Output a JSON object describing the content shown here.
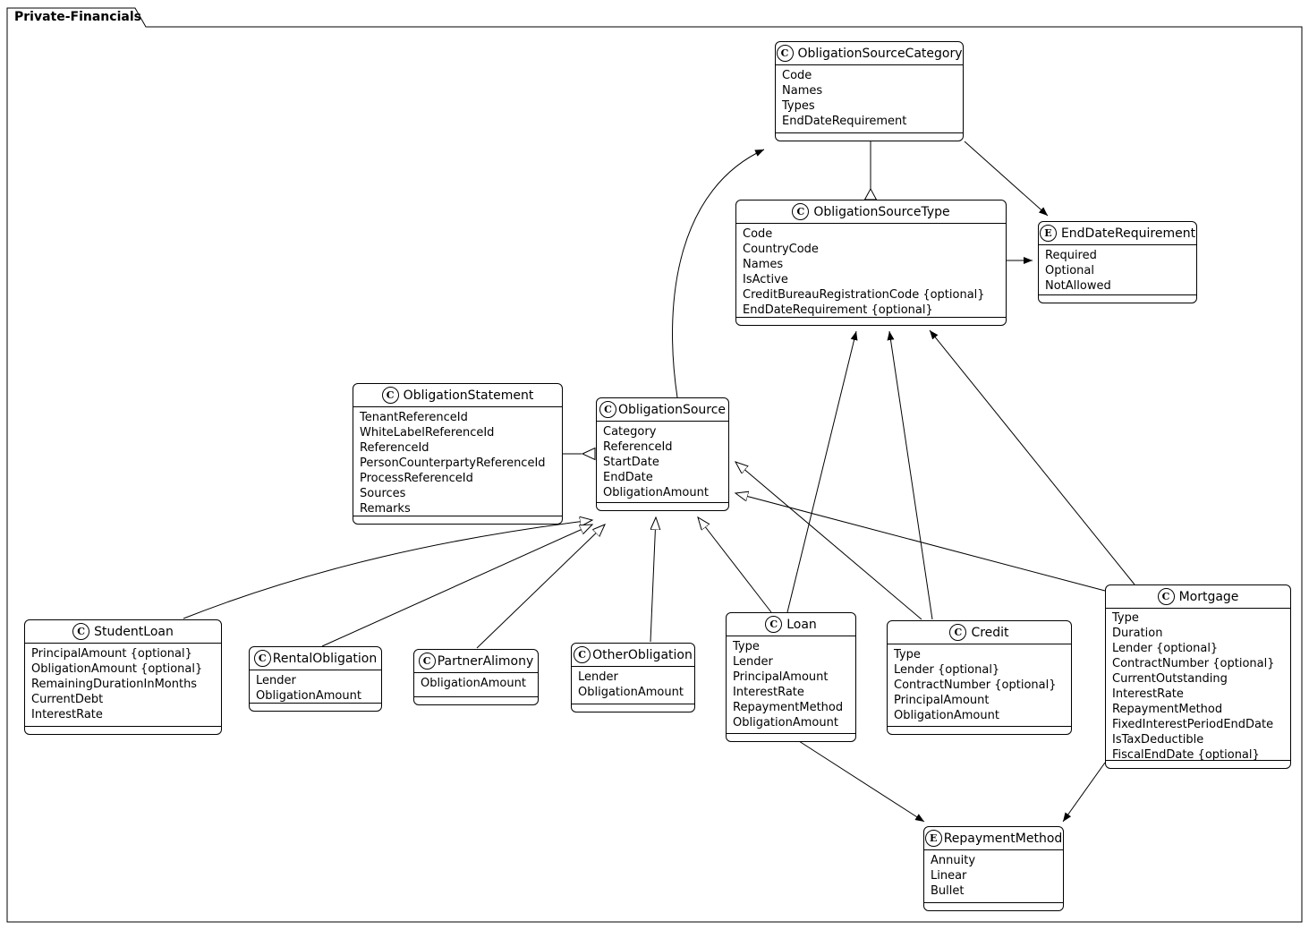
{
  "frame": {
    "title": "Private-Financials"
  },
  "classes": {
    "category": {
      "stereotype": "C",
      "name": "ObligationSourceCategory",
      "attrs": [
        "Code",
        "Names",
        "Types",
        "EndDateRequirement"
      ]
    },
    "type": {
      "stereotype": "C",
      "name": "ObligationSourceType",
      "attrs": [
        "Code",
        "CountryCode",
        "Names",
        "IsActive",
        "CreditBureauRegistrationCode {optional}",
        "EndDateRequirement {optional}"
      ]
    },
    "enddate": {
      "stereotype": "E",
      "name": "EndDateRequirement",
      "attrs": [
        "Required",
        "Optional",
        "NotAllowed"
      ]
    },
    "statement": {
      "stereotype": "C",
      "name": "ObligationStatement",
      "attrs": [
        "TenantReferenceId",
        "WhiteLabelReferenceId",
        "ReferenceId",
        "PersonCounterpartyReferenceId",
        "ProcessReferenceId",
        "Sources",
        "Remarks"
      ]
    },
    "source": {
      "stereotype": "C",
      "name": "ObligationSource",
      "attrs": [
        "Category",
        "ReferenceId",
        "StartDate",
        "EndDate",
        "ObligationAmount"
      ]
    },
    "studentloan": {
      "stereotype": "C",
      "name": "StudentLoan",
      "attrs": [
        "PrincipalAmount {optional}",
        "ObligationAmount {optional}",
        "RemainingDurationInMonths",
        "CurrentDebt",
        "InterestRate"
      ]
    },
    "rental": {
      "stereotype": "C",
      "name": "RentalObligation",
      "attrs": [
        "Lender",
        "ObligationAmount"
      ]
    },
    "alimony": {
      "stereotype": "C",
      "name": "PartnerAlimony",
      "attrs": [
        "ObligationAmount"
      ]
    },
    "other": {
      "stereotype": "C",
      "name": "OtherObligation",
      "attrs": [
        "Lender",
        "ObligationAmount"
      ]
    },
    "loan": {
      "stereotype": "C",
      "name": "Loan",
      "attrs": [
        "Type",
        "Lender",
        "PrincipalAmount",
        "InterestRate",
        "RepaymentMethod",
        "ObligationAmount"
      ]
    },
    "credit": {
      "stereotype": "C",
      "name": "Credit",
      "attrs": [
        "Type",
        "Lender {optional}",
        "ContractNumber {optional}",
        "PrincipalAmount",
        "ObligationAmount"
      ]
    },
    "mortgage": {
      "stereotype": "C",
      "name": "Mortgage",
      "attrs": [
        "Type",
        "Duration",
        "Lender {optional}",
        "ContractNumber {optional}",
        "CurrentOutstanding",
        "InterestRate",
        "RepaymentMethod",
        "FixedInterestPeriodEndDate",
        "IsTaxDeductible",
        "FiscalEndDate {optional}"
      ]
    },
    "repayment": {
      "stereotype": "E",
      "name": "RepaymentMethod",
      "attrs": [
        "Annuity",
        "Linear",
        "Bullet"
      ]
    }
  }
}
